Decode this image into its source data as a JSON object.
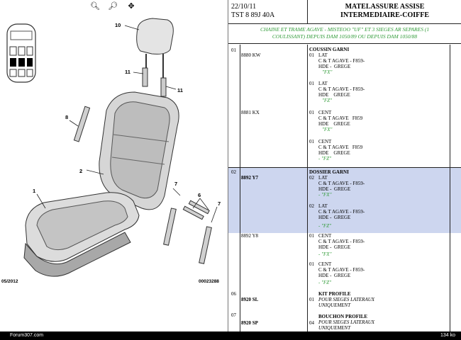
{
  "toolbar": {
    "zoom_in_icon": "zoom-in-icon",
    "zoom_out_icon": "zoom-out-icon",
    "zoom_fit_icon": "zoom-fit-icon"
  },
  "drawing": {
    "callouts": [
      "10",
      "11",
      "11",
      "8",
      "2",
      "1",
      "7",
      "6",
      "7"
    ],
    "date": "05/2012",
    "ref": "00023288"
  },
  "header": {
    "date": "22/10/11",
    "code": "TST 8 89J 40A",
    "title_line1": "MATELASSURE ASSISE",
    "title_line2": "INTERMEDIAIRE-COIFFE"
  },
  "subtitle": {
    "line1": "CHAINE ET TRAME AGAVE - MISTEOO \"UF\" ET 3 SIEGES AR SEPARES (1",
    "line2": "COULISSANT) DEPUIS DAM 1050/89 OU DEPUIS DAM 1050/88"
  },
  "rows": [
    {
      "num": "01",
      "ref": "8880 KW",
      "qty": "",
      "lines": [
        "COUSSIN GARNI"
      ]
    },
    {
      "qty": "01",
      "lines": [
        "LAT",
        "C & T AGAVE - F859-",
        "HDE -  GREGE"
      ],
      "tag": "\"FX\""
    },
    {
      "qty": "01",
      "lines": [
        "LAT",
        "C & T AGAVE - F859-",
        "HDE    GREGE"
      ],
      "tag": "\"FZ\""
    },
    {
      "ref": "8881 KX",
      "qty": "01",
      "lines": [
        "CENT",
        "C & T AGAVE   F859",
        "HDE    GREGE"
      ],
      "tag": "\"FX\""
    },
    {
      "qty": "01",
      "lines": [
        "CENT",
        "C & T AGAVE   F859",
        "HDE    GREGE"
      ],
      "tag": "- \"FZ\""
    },
    {
      "num": "02",
      "ref": "8892 Y7",
      "lines": [
        "DOSSIER GARNI"
      ]
    },
    {
      "qty": "02",
      "lines": [
        "LAT",
        "C & T AGAVE - F859-",
        "HDE -  GREGE"
      ],
      "tag": "- \"FX\""
    },
    {
      "qty": "02",
      "lines": [
        "LAT",
        "C & T AGAVE - F859-",
        "HDE -  GREGE"
      ],
      "tag": "- \"FZ\""
    },
    {
      "ref": "8892 Y8",
      "qty": "01",
      "lines": [
        "CENT",
        "C & T AGAVE - F859-",
        "HDE -  GREGE"
      ],
      "tag": "- \"FX\""
    },
    {
      "qty": "01",
      "lines": [
        "CENT",
        "C & T AGAVE - F859-",
        "HDE -  GREGE"
      ],
      "tag": "- \"FZ\""
    },
    {
      "num": "06",
      "ref": "8920 SL",
      "qty": "01",
      "lines": [
        "KIT PROFILE",
        "POUR SIEGES LATERAUX",
        "UNIQUEMENT"
      ]
    },
    {
      "num": "07",
      "ref": "8920 SP",
      "qty": "04",
      "lines": [
        "BOUCHON PROFILE",
        "POUR SIEGES LATERAUX",
        "UNIQUEMENT"
      ]
    }
  ],
  "status": {
    "left": "Forum307.com",
    "right": "134 ko"
  }
}
